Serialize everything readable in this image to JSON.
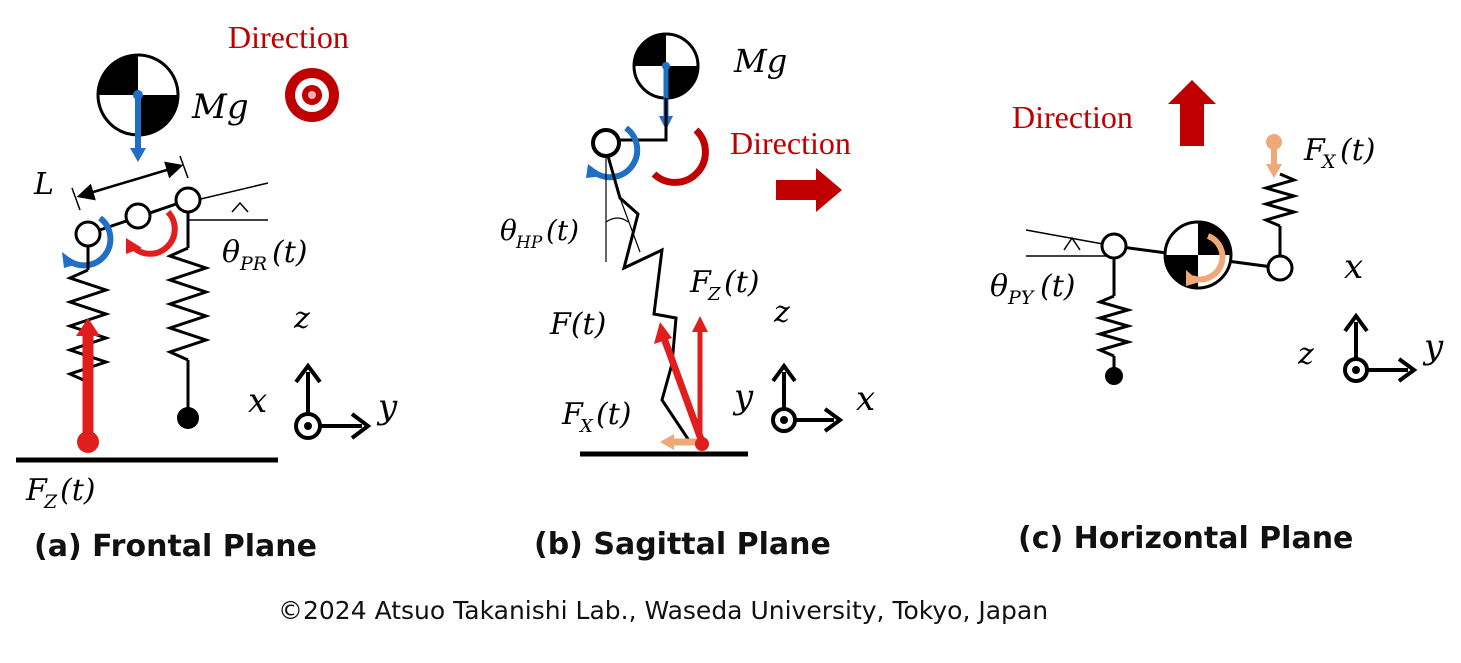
{
  "direction_label": "Direction",
  "panels": {
    "a": {
      "caption": "(a) Frontal Plane",
      "L": "L",
      "Mg": "Mg",
      "theta": "θ",
      "theta_sub": "PR",
      "arg": "(t)",
      "fz": "F",
      "fz_sub": "Z",
      "ax_x": "x",
      "ax_y": "y",
      "ax_z": "z"
    },
    "b": {
      "caption": "(b) Sagittal Plane",
      "Mg": "Mg",
      "theta": "θ",
      "theta_sub": "HP",
      "arg": "(t)",
      "F": "F(t)",
      "fz": "F",
      "fz_sub": "Z",
      "fx": "F",
      "fx_sub": "X",
      "ax_x": "x",
      "ax_y": "y",
      "ax_z": "z"
    },
    "c": {
      "caption": "(c) Horizontal Plane",
      "theta": "θ",
      "theta_sub": "PY",
      "arg": "(t)",
      "fx": "F",
      "fx_sub": "X",
      "ax_x": "x",
      "ax_y": "y",
      "ax_z": "z"
    }
  },
  "copyright": "©2024 Atsuo Takanishi Lab., Waseda University, Tokyo, Japan",
  "colors": {
    "blue": "#1f6fc4",
    "red": "#e01e1e",
    "dark_red": "#c00000",
    "peach": "#f0a878"
  }
}
